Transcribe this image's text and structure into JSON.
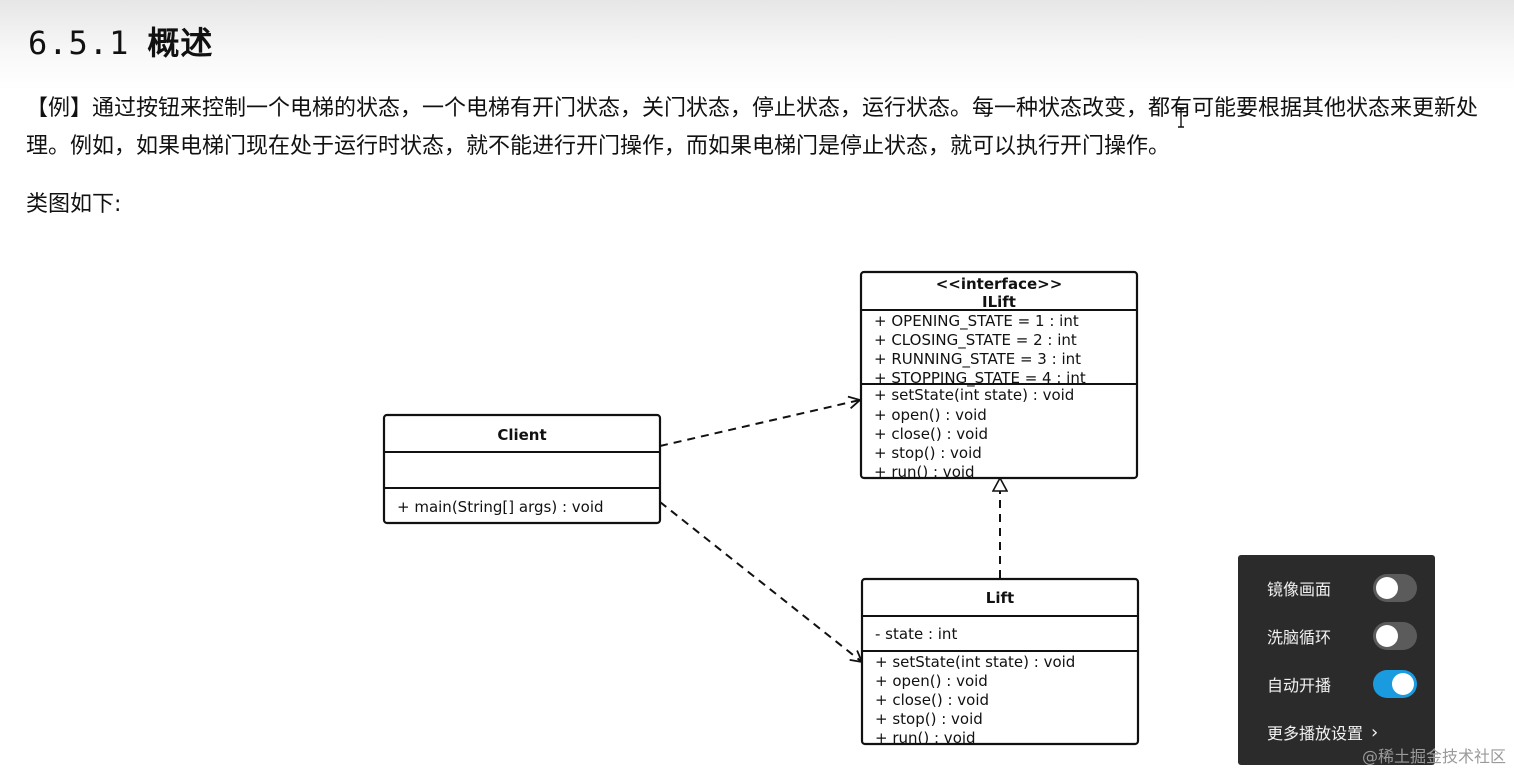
{
  "section": {
    "number": "6.5.1",
    "title": "概述"
  },
  "paragraph": "【例】通过按钮来控制一个电梯的状态，一个电梯有开门状态，关门状态，停止状态，运行状态。每一种状态改变，都有可能要根据其他状态来更新处理。例如，如果电梯门现在处于运行时状态，就不能进行开门操作，而如果电梯门是停止状态，就可以执行开门操作。",
  "class_diagram_label": "类图如下:",
  "diagram": {
    "interface": {
      "stereotype": "<<interface>>",
      "name": "ILift",
      "attributes": [
        "+ OPENING_STATE = 1 : int",
        "+ CLOSING_STATE = 2 : int",
        "+ RUNNING_STATE = 3 : int",
        "+ STOPPING_STATE = 4 : int"
      ],
      "methods": [
        "+ setState(int state) : void",
        "+ open() : void",
        "+ close() : void",
        "+ stop() : void",
        "+ run() : void"
      ]
    },
    "client": {
      "name": "Client",
      "attributes": [],
      "methods": [
        "+ main(String[] args) : void"
      ]
    },
    "lift": {
      "name": "Lift",
      "attributes": [
        "- state : int"
      ],
      "methods": [
        "+ setState(int state) : void",
        "+ open() : void",
        "+ close() : void",
        "+ stop() : void",
        "+ run() : void"
      ]
    }
  },
  "player_panel": {
    "mirror_label": "镜像画面",
    "mirror_on": false,
    "loop_label": "洗脑循环",
    "loop_on": false,
    "autoplay_label": "自动开播",
    "autoplay_on": true,
    "more_label": "更多播放设置",
    "accent": "#1a9be0"
  },
  "watermark": "@稀土掘金技术社区"
}
